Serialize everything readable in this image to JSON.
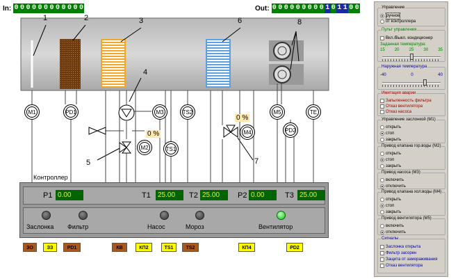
{
  "io": {
    "in_label": "In:",
    "in_bits": [
      "0",
      "0",
      "0",
      "0",
      "0",
      "0",
      "0",
      "0",
      "0",
      "0",
      "0",
      "0"
    ],
    "out_label": "Out:",
    "out_bits": [
      "0",
      "0",
      "0",
      "0",
      "0",
      "0",
      "0",
      "0",
      "0",
      "1",
      "0",
      "1",
      "1",
      "0",
      "0"
    ]
  },
  "callouts": [
    "1",
    "2",
    "3",
    "4",
    "5",
    "6",
    "7",
    "8"
  ],
  "sensors": {
    "m1": "M1",
    "pd1": "PD1",
    "m3": "M3",
    "ts2": "TS2",
    "m5": "M5",
    "te": "TE",
    "ts1": "TS1",
    "m2": "M2",
    "m4": "M4",
    "pd2": "PD2"
  },
  "valves": {
    "heat_pct": "0 %",
    "cool_pct": "0 %"
  },
  "controller": {
    "label": "Контроллер",
    "readouts": [
      {
        "label": "P1",
        "value": "0.00"
      },
      {
        "label": "T1",
        "value": "25.00"
      },
      {
        "label": "T2",
        "value": "25.00"
      },
      {
        "label": "P2",
        "value": "0.00"
      },
      {
        "label": "T3",
        "value": "25.00"
      }
    ],
    "lamps": [
      {
        "label": "Заслонка",
        "on": false
      },
      {
        "label": "Фильтр",
        "on": false
      },
      {
        "label": "Насос",
        "on": false
      },
      {
        "label": "Мороз",
        "on": false
      },
      {
        "label": "Вентилятор",
        "on": true
      }
    ]
  },
  "tags": [
    {
      "label": "ЗО",
      "color": "brown"
    },
    {
      "label": "ЗЗ",
      "color": "yel"
    },
    {
      "label": "PD1",
      "color": "brown"
    },
    {
      "label": "КВ",
      "color": "brown"
    },
    {
      "label": "КП2",
      "color": "yel"
    },
    {
      "label": "TS1",
      "color": "yel"
    },
    {
      "label": "TS2",
      "color": "brown"
    },
    {
      "label": "КП4",
      "color": "yel"
    },
    {
      "label": "PD2",
      "color": "yel"
    }
  ],
  "panel": {
    "control": {
      "title": "Управление",
      "options": [
        {
          "label": "ручное",
          "selected": true
        },
        {
          "label": "от контроллера",
          "selected": false
        }
      ]
    },
    "remote": {
      "title": "Пульт управления",
      "checkbox": "Вкл./Выкл. кондиционер",
      "temp_label": "Заданная температура:",
      "ticks": [
        "15",
        "20",
        "25",
        "30",
        "35"
      ],
      "setpoint": 25
    },
    "outdoor": {
      "title": "Наружная температура",
      "ticks": [
        "-40",
        "0",
        "40"
      ],
      "value": 20
    },
    "faults": {
      "title": "Имитация аварии",
      "items": [
        "Запыленность фильтра",
        "Отказ вентилятора",
        "Отказ насоса"
      ]
    },
    "groups": [
      {
        "title": "Управление заслонкой (M1)",
        "options": [
          "открыть",
          "стоп",
          "закрыть"
        ],
        "selected": 1
      },
      {
        "title": "Привод клапана гор.воды (M2)",
        "options": [
          "открыть",
          "стоп",
          "закрыть"
        ],
        "selected": 1
      },
      {
        "title": "Привод насоса (M3)",
        "options": [
          "включить",
          "отключить"
        ],
        "selected": 1
      },
      {
        "title": "Привод клапана хол.воды (M4)",
        "options": [
          "открыть",
          "стоп",
          "закрыть"
        ],
        "selected": 1
      },
      {
        "title": "Привод вентилятора (M5)",
        "options": [
          "включить",
          "отключить"
        ],
        "selected": 1
      }
    ],
    "signals": {
      "title": "Сигналы",
      "items": [
        "Заслонка открыта",
        "Фильтр засорен",
        "Защита от замораживания",
        "Отказ вентилятора"
      ]
    }
  }
}
